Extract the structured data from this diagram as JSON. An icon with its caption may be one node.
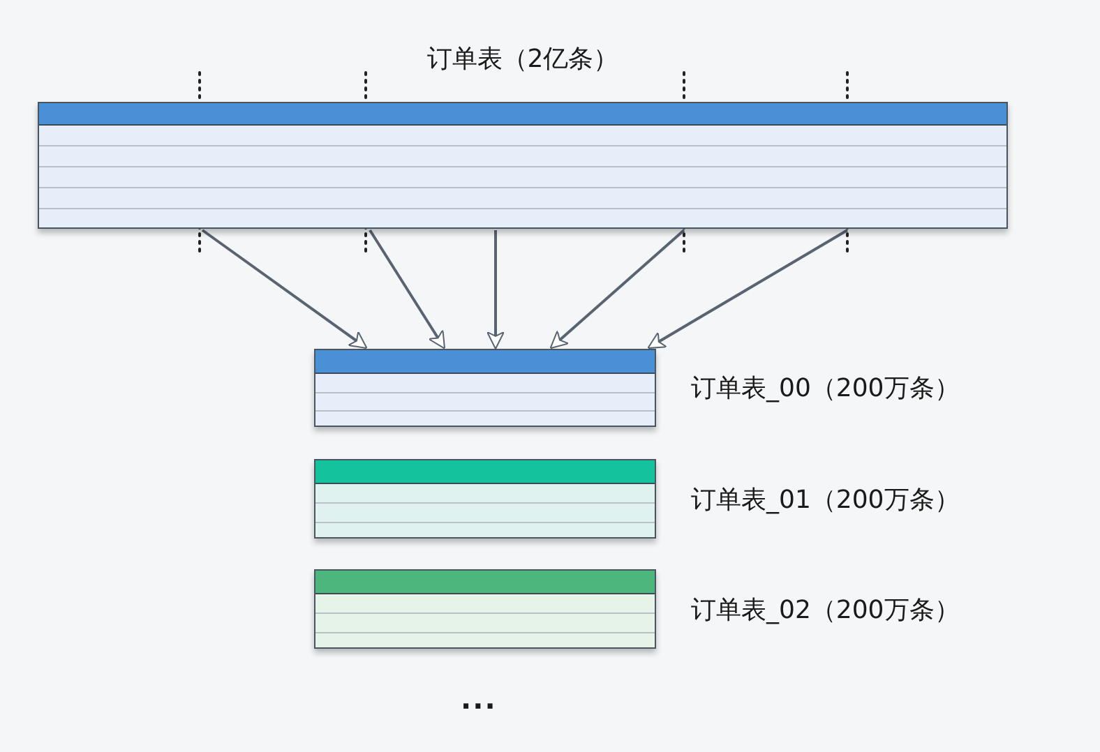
{
  "diagram": {
    "nodes": [
      {
        "text": [
          "订单表（2亿条）"
        ]
      },
      {
        "text": [
          "订单表_00（200万条）"
        ]
      },
      {
        "text": [
          "订单表_01（200万条）"
        ]
      },
      {
        "text": [
          "订单表_02（200万条）"
        ]
      }
    ],
    "edges": [
      {
        "from": 0,
        "to": 1,
        "arrow": "to"
      },
      {
        "from": 0,
        "to": 1,
        "arrow": "to"
      },
      {
        "from": 0,
        "to": 1,
        "arrow": "to"
      },
      {
        "from": 0,
        "to": 1,
        "arrow": "to"
      },
      {
        "from": 0,
        "to": 1,
        "arrow": "to"
      }
    ],
    "labels": [
      "···"
    ]
  }
}
